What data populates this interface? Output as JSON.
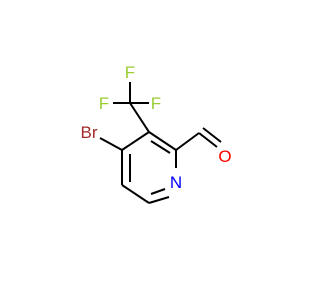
{
  "molecule": {
    "atoms": {
      "br": {
        "label": "Br",
        "color": "#a52a2a"
      },
      "n": {
        "label": "N",
        "color": "#0000ff"
      },
      "o": {
        "label": "O",
        "color": "#ff0000"
      },
      "f1": {
        "label": "F",
        "color": "#9acd32"
      },
      "f2": {
        "label": "F",
        "color": "#9acd32"
      },
      "f3": {
        "label": "F",
        "color": "#9acd32"
      }
    },
    "bond_color": "#000000"
  }
}
